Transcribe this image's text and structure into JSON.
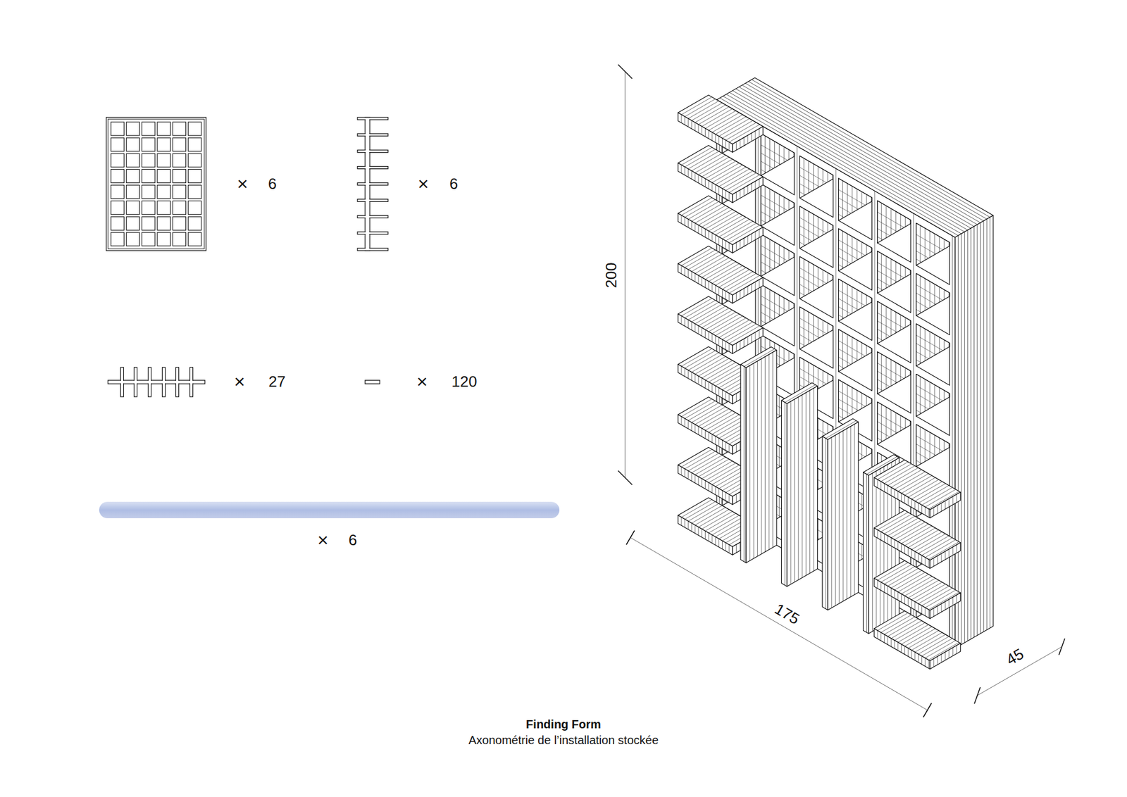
{
  "diagram": {
    "title": "Finding Form",
    "caption": "Axonométrie de l’installation stockée",
    "labels": [
      "×",
      "6",
      "×",
      "6",
      "×",
      "27",
      "×",
      "120",
      "×",
      "6",
      "200",
      "175",
      "45"
    ]
  }
}
